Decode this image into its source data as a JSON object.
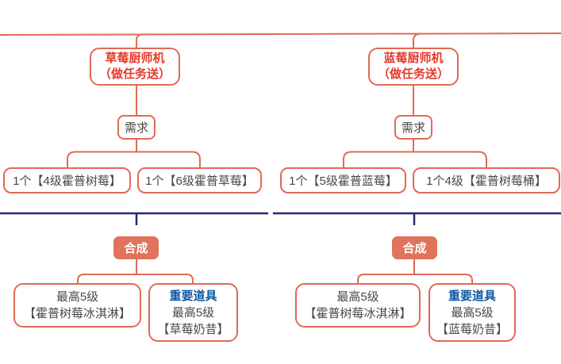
{
  "colors": {
    "accent": "#E06A55",
    "red": "#E5392B",
    "navy": "#232C6E",
    "blue": "#0F57A3",
    "text": "#4C4742",
    "synthfill": "#E0735C"
  },
  "trees": [
    {
      "root_line1": "草莓厨师机",
      "root_line2": "（做任务送）",
      "need_label": "需求",
      "req1": "1个【4级霍普树莓】",
      "req2": "1个【6级霍普草莓】",
      "synth_label": "合成",
      "out1_line1": "最高5级",
      "out1_line2": "【霍普树莓冰淇淋】",
      "out2_tag": "重要道具",
      "out2_line1": "最高5级",
      "out2_line2": "【草莓奶昔】"
    },
    {
      "root_line1": "蓝莓厨师机",
      "root_line2": "（做任务送）",
      "need_label": "需求",
      "req1": "1个【5级霍普蓝莓】",
      "req2": "1个4级【霍普树莓桶】",
      "synth_label": "合成",
      "out1_line1": "最高5级",
      "out1_line2": "【霍普树莓冰淇淋】",
      "out2_tag": "重要道具",
      "out2_line1": "最高5级",
      "out2_line2": "【蓝莓奶昔】"
    }
  ]
}
